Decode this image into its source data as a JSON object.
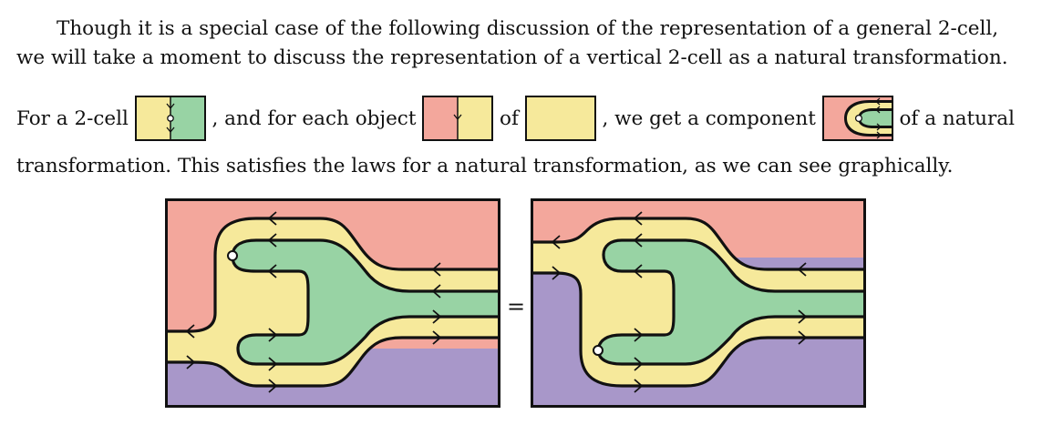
{
  "paragraph": {
    "line1": "Though it is a special case of the following discussion of the representation of a general 2-cell,",
    "line2": "we will take a moment to discuss the representation of a vertical 2-cell as a natural transformation.",
    "line3_part1": "For a 2-cell",
    "line3_part2": ", and for each object",
    "line3_part3": "of",
    "line3_part4": ", we get a component",
    "line3_part5": "of a natural",
    "line4": "transformation. This satisfies the laws for a natural transformation, as we can see graphically."
  },
  "equation": {
    "symbol": "="
  },
  "colors": {
    "pink": "#f3a79c",
    "yellow": "#f6e99b",
    "green": "#98d3a4",
    "purple": "#a897c9",
    "stroke": "#111111"
  }
}
